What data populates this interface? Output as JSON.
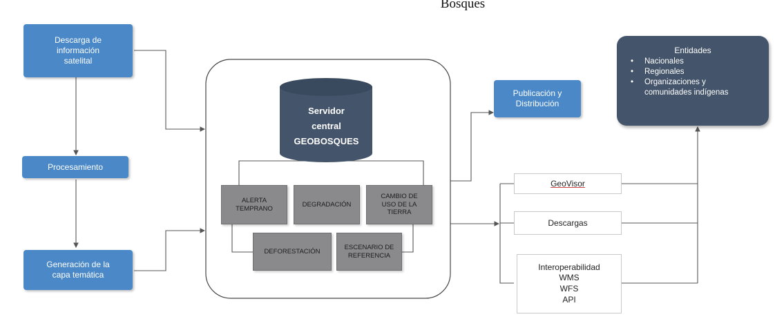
{
  "title": "Bosques",
  "inputs": {
    "descarga": "Descarga de\ninformación\nsatelital",
    "procesamiento": "Procesamiento",
    "generacion": "Generación de la\ncapa temática"
  },
  "server": {
    "label": "Servidor\ncentral\nGEOBOSQUES"
  },
  "modules": {
    "alerta": "ALERTA\nTEMPRANO",
    "degradacion": "DEGRADACIÓN",
    "cambio": "CAMBIO DE\nUSO DE LA\nTIERRA",
    "deforestacion": "DEFORESTACIÓN",
    "escenario": "ESCENARIO DE\nREFERENCIA"
  },
  "publicacion": "Publicación y\nDistribución",
  "outputs": {
    "geovisor": "GeoVisor",
    "descargas": "Descargas",
    "interoperabilidad": "Interoperabilidad\nWMS\nWFS\nAPI"
  },
  "entities": {
    "title": "Entidades",
    "items": [
      "Nacionales",
      "Regionales",
      "Organizaciones y\ncomunidades indígenas"
    ]
  },
  "colors": {
    "blue_box": "#4a88c7",
    "server": "#44546a",
    "module": "#8a8a8c",
    "entities": "#44546a",
    "line": "#555555"
  }
}
